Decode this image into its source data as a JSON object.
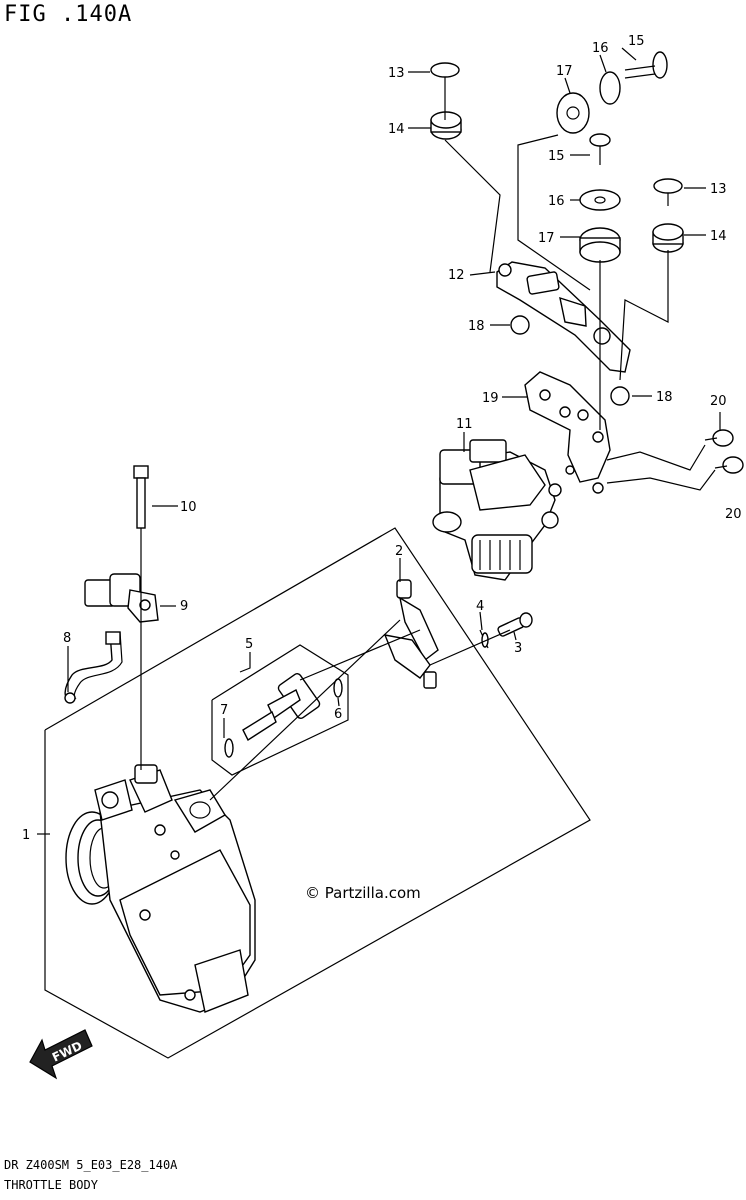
{
  "figure": {
    "title": "FIG .140A",
    "model_code": "DR Z400SM 5_E03_E28_140A",
    "section_name": "THROTTLE BODY",
    "watermark": "© Partzilla.com",
    "fwd_label": "FWD"
  },
  "callouts": {
    "c1": "1",
    "c2": "2",
    "c3": "3",
    "c4": "4",
    "c5": "5",
    "c6": "6",
    "c7": "7",
    "c8": "8",
    "c9": "9",
    "c10": "10",
    "c11": "11",
    "c12": "12",
    "c13a": "13",
    "c13b": "13",
    "c14a": "14",
    "c14b": "14",
    "c15a": "15",
    "c15b": "15",
    "c16a": "16",
    "c16b": "16",
    "c17a": "17",
    "c17b": "17",
    "c18a": "18",
    "c18b": "18",
    "c19": "19",
    "c20a": "20",
    "c20b": "20"
  }
}
